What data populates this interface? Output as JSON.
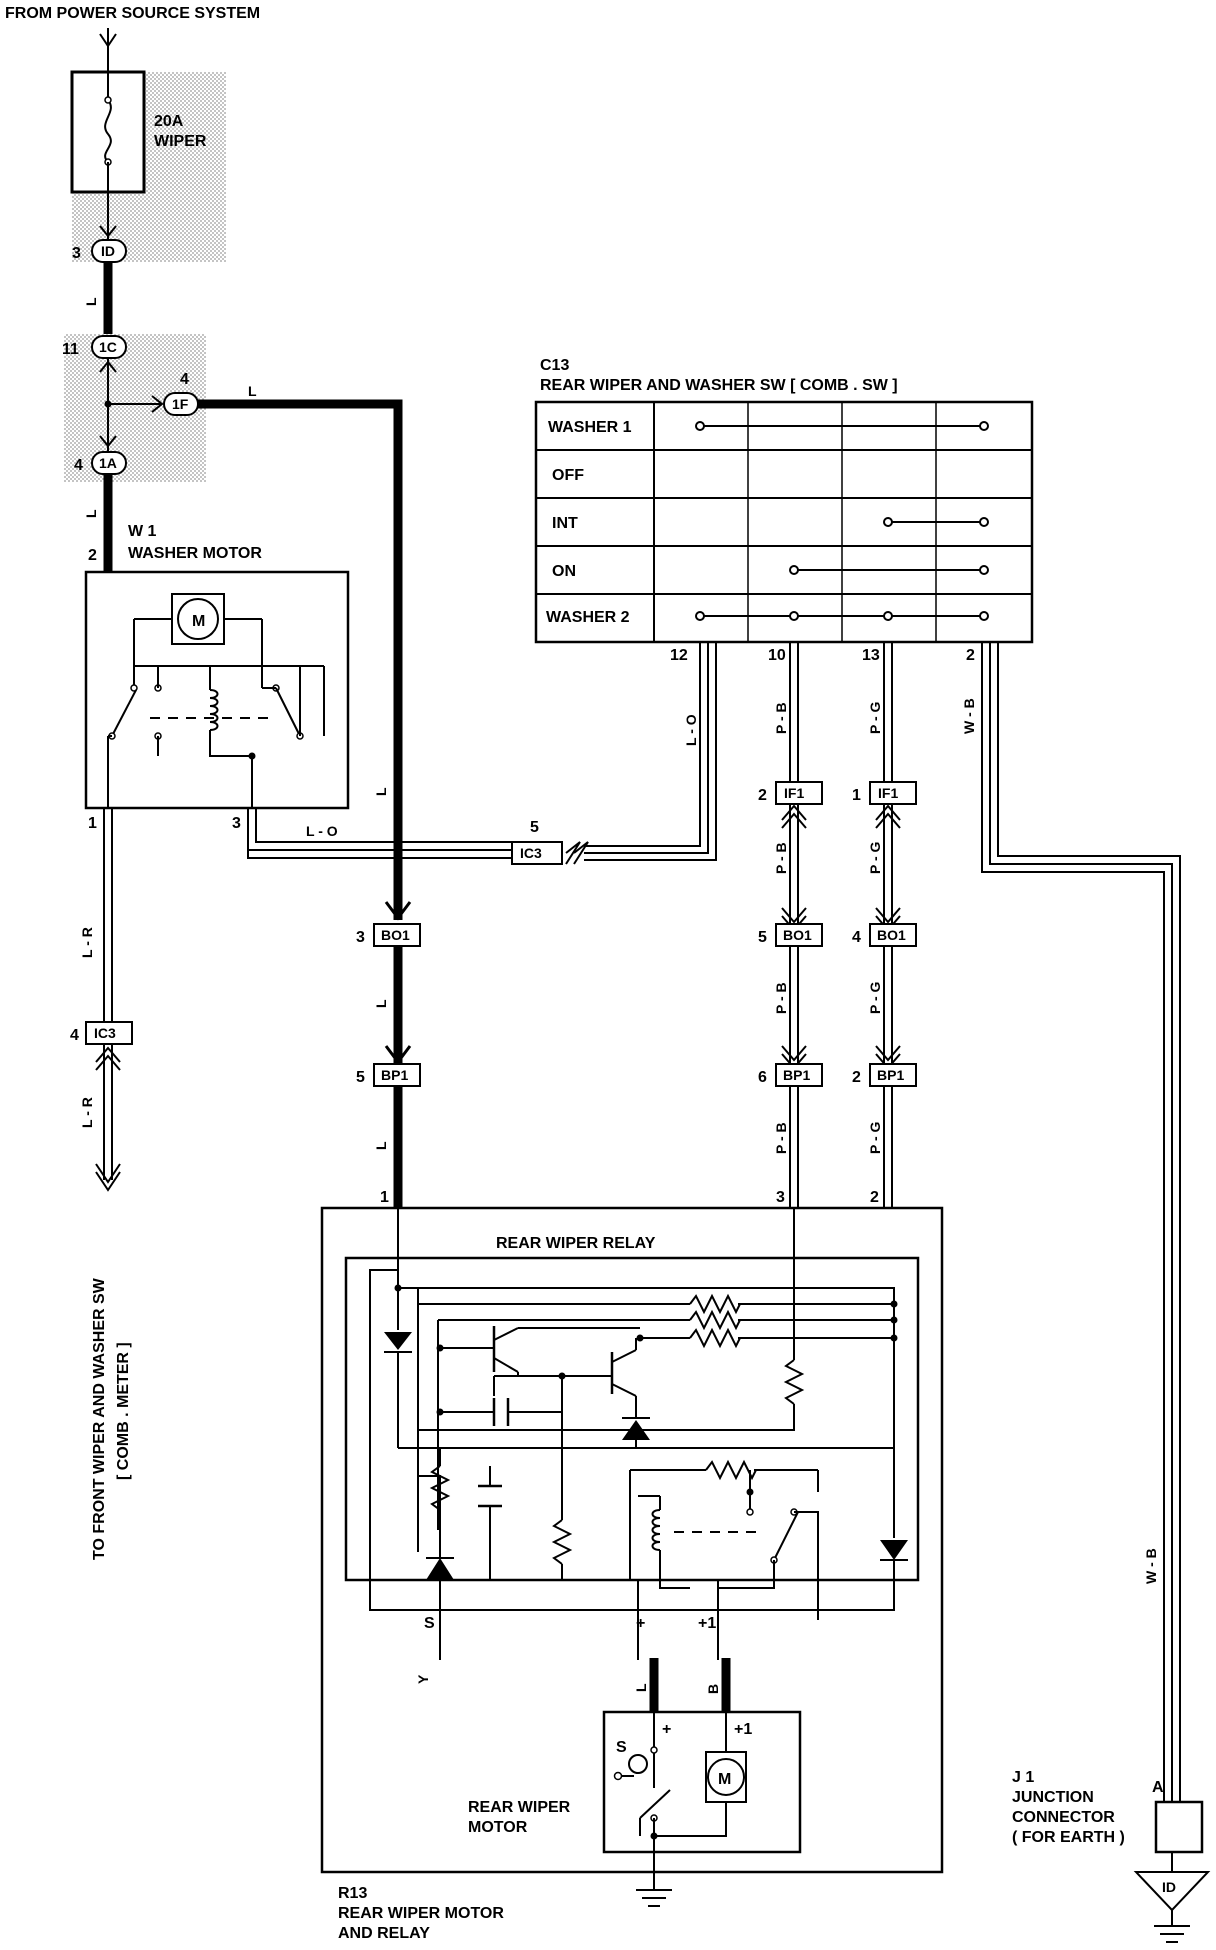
{
  "title": "FROM POWER SOURCE SYSTEM",
  "fuse": {
    "rating": "20A",
    "name": "WIPER"
  },
  "connectors": {
    "id_top": {
      "pin": "3",
      "name": "ID"
    },
    "c1c": {
      "pin": "11",
      "name": "1C"
    },
    "c1f": {
      "pin": "4",
      "name": "1F"
    },
    "c1a": {
      "pin": "4",
      "name": "1A"
    },
    "ic3_mid": {
      "pin": "5",
      "name": "IC3"
    },
    "ic3_left": {
      "pin": "4",
      "name": "IC3"
    },
    "if1_a": {
      "pin": "2",
      "name": "IF1"
    },
    "if1_b": {
      "pin": "1",
      "name": "IF1"
    },
    "bo1_a": {
      "pin": "3",
      "name": "BO1"
    },
    "bo1_b": {
      "pin": "5",
      "name": "BO1"
    },
    "bo1_c": {
      "pin": "4",
      "name": "BO1"
    },
    "bp1_a": {
      "pin": "5",
      "name": "BP1"
    },
    "bp1_b": {
      "pin": "6",
      "name": "BP1"
    },
    "bp1_c": {
      "pin": "2",
      "name": "BP1"
    },
    "id_bottom": {
      "name": "ID"
    }
  },
  "wire_colors": {
    "l": "L",
    "lo": "L - O",
    "lr": "L - R",
    "pb": "P - B",
    "pg": "P - G",
    "wb": "W - B",
    "y": "Y",
    "b": "B"
  },
  "washer_motor": {
    "code": "W 1",
    "name": "WASHER MOTOR",
    "motor": "M",
    "pins": [
      "2",
      "1",
      "3"
    ]
  },
  "switch": {
    "code": "C13",
    "name": "REAR WIPER AND WASHER SW [ COMB . SW ]",
    "rows": [
      "WASHER 1",
      "OFF",
      "INT",
      "ON",
      "WASHER 2"
    ],
    "pins": [
      "12",
      "10",
      "13",
      "2"
    ]
  },
  "left_dest": {
    "line1": "TO FRONT WIPER AND WASHER SW",
    "line2": "[ COMB . METER ]"
  },
  "relay_unit": {
    "code": "R13",
    "line1": "REAR WIPER MOTOR",
    "line2": "AND RELAY",
    "relay_title": "REAR WIPER RELAY",
    "pins": [
      "1",
      "3",
      "2"
    ],
    "term_s": "S",
    "term_plus": "+",
    "term_plus1": "+1"
  },
  "rear_motor": {
    "line1": "REAR WIPER",
    "line2": "MOTOR",
    "motor": "M",
    "term_s": "S",
    "term_plus": "+",
    "term_plus1": "+1"
  },
  "junction": {
    "code": "J 1",
    "line1": "JUNCTION",
    "line2": "CONNECTOR",
    "line3": "( FOR EARTH )",
    "pin": "A"
  }
}
